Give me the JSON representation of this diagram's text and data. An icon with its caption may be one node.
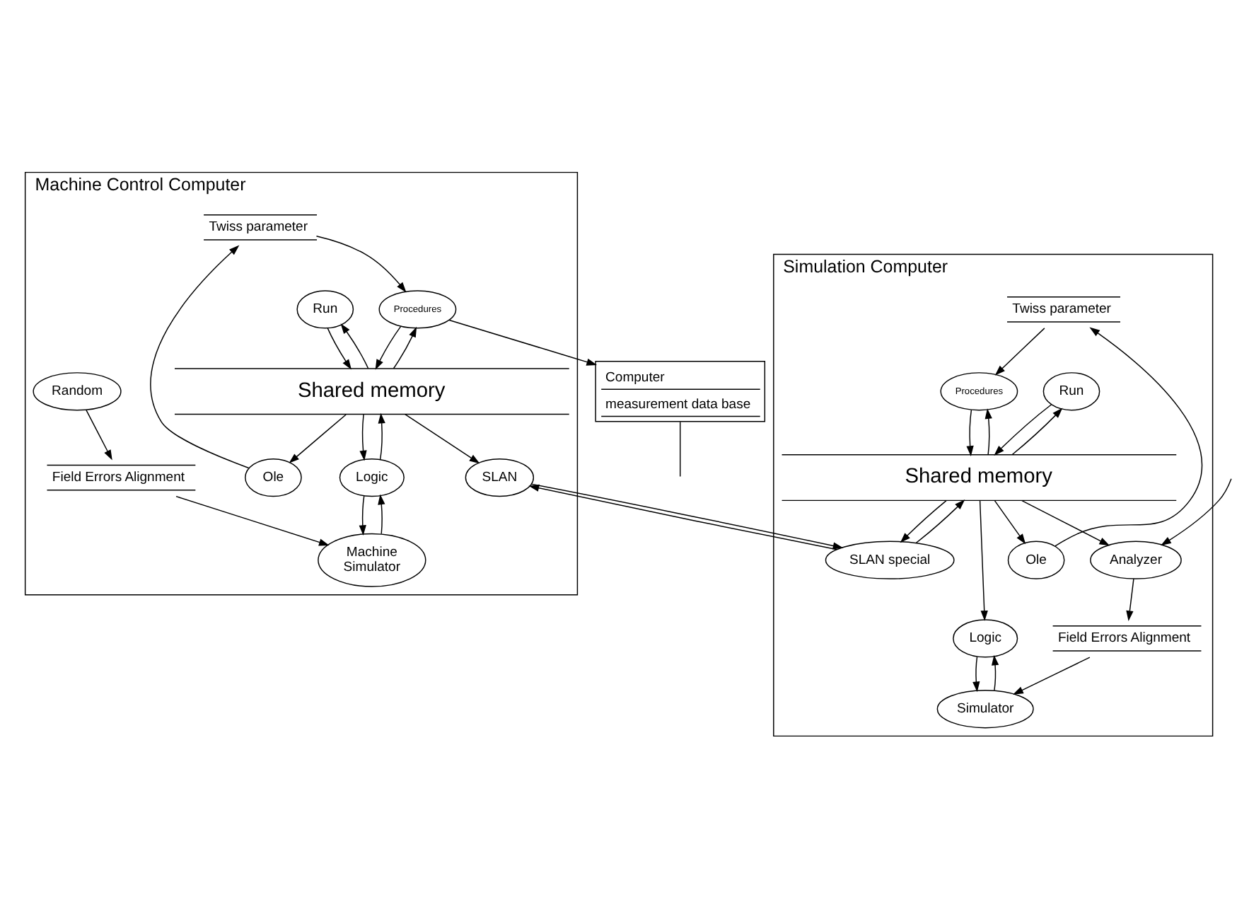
{
  "diagram": {
    "nodes": [
      {
        "text": [
          "Machine Control Computer"
        ]
      },
      {
        "text": [
          "Twiss parameter"
        ],
        "in": 0
      },
      {
        "text": [
          "Run"
        ],
        "in": 0
      },
      {
        "text": [
          "Ole"
        ],
        "in": 0
      },
      {
        "text": [
          "Procedures"
        ],
        "in": 0
      },
      {
        "text": [
          "Shared memory"
        ],
        "in": 0
      },
      {
        "text": [
          "Logic"
        ],
        "in": 0
      },
      {
        "text": [
          "SLAN"
        ],
        "in": 0
      },
      {
        "text": [
          "Machine",
          "Simulator"
        ],
        "in": 0
      },
      {
        "text": [
          "Random"
        ],
        "in": 0
      },
      {
        "text": [
          "Field Errors Alignment"
        ],
        "in": 0
      },
      {
        "text": [
          "Computer",
          "measurement data base"
        ]
      },
      {
        "text": [
          "Simulation Computer"
        ]
      },
      {
        "text": [
          "Twiss parameter"
        ],
        "in": 12
      },
      {
        "text": [
          "Run"
        ],
        "in": 12
      },
      {
        "text": [
          "Ole"
        ],
        "in": 12
      },
      {
        "text": [
          "Procedures"
        ],
        "in": 12
      },
      {
        "text": [
          "Shared memory"
        ],
        "in": 12
      },
      {
        "text": [
          "SLAN special"
        ],
        "in": 12
      },
      {
        "text": [
          "Logic"
        ],
        "in": 12
      },
      {
        "text": [
          "Simulator"
        ],
        "in": 12
      },
      {
        "text": [
          "Analyzer"
        ],
        "in": 12
      },
      {
        "text": [
          "Field Errors Alignment"
        ],
        "in": 12
      }
    ],
    "edges": [
      {
        "from": 5,
        "to": 2,
        "arrow": "to"
      },
      {
        "from": 2,
        "to": 5,
        "arrow": "to"
      },
      {
        "from": 5,
        "to": 3,
        "arrow": "to"
      },
      {
        "from": 3,
        "to": 1,
        "arrow": "to"
      },
      {
        "from": 1,
        "to": 4,
        "arrow": "to"
      },
      {
        "from": 4,
        "to": 5,
        "arrow": "to"
      },
      {
        "from": 5,
        "to": 4,
        "arrow": "to"
      },
      {
        "from": 4,
        "to": 11,
        "arrow": "to"
      },
      {
        "from": 6,
        "to": 5,
        "arrow": "to"
      },
      {
        "from": 5,
        "to": 6,
        "arrow": "to"
      },
      {
        "from": 5,
        "to": 7,
        "arrow": "to"
      },
      {
        "from": 8,
        "to": 6,
        "arrow": "to"
      },
      {
        "from": 6,
        "to": 8,
        "arrow": "to"
      },
      {
        "from": 10,
        "to": 8,
        "arrow": "to"
      },
      {
        "from": 9,
        "to": 10,
        "arrow": "to"
      },
      {
        "from": 7,
        "to": 18,
        "arrow": "to"
      },
      {
        "from": 18,
        "to": 7,
        "arrow": "to"
      },
      {
        "from": 17,
        "to": 14,
        "arrow": "to"
      },
      {
        "from": 14,
        "to": 17,
        "arrow": "to"
      },
      {
        "from": 17,
        "to": 15,
        "arrow": "to"
      },
      {
        "from": 15,
        "to": 13,
        "arrow": "to"
      },
      {
        "from": 13,
        "to": 16,
        "arrow": "to"
      },
      {
        "from": 16,
        "to": 17,
        "arrow": "to"
      },
      {
        "from": 17,
        "to": 16,
        "arrow": "to"
      },
      {
        "from": 18,
        "to": 17,
        "arrow": "to"
      },
      {
        "from": 17,
        "to": 18,
        "arrow": "to"
      },
      {
        "from": 17,
        "to": 19,
        "arrow": "to"
      },
      {
        "from": 17,
        "to": 21,
        "arrow": "to"
      },
      {
        "from": 20,
        "to": 19,
        "arrow": "to"
      },
      {
        "from": 19,
        "to": 20,
        "arrow": "to"
      },
      {
        "from": 22,
        "to": 20,
        "arrow": "to"
      },
      {
        "from": 21,
        "to": 22,
        "arrow": "to"
      },
      {
        "from": 11,
        "to": null,
        "arrow": "none"
      },
      {
        "from": null,
        "to": 21,
        "arrow": "to"
      }
    ]
  }
}
